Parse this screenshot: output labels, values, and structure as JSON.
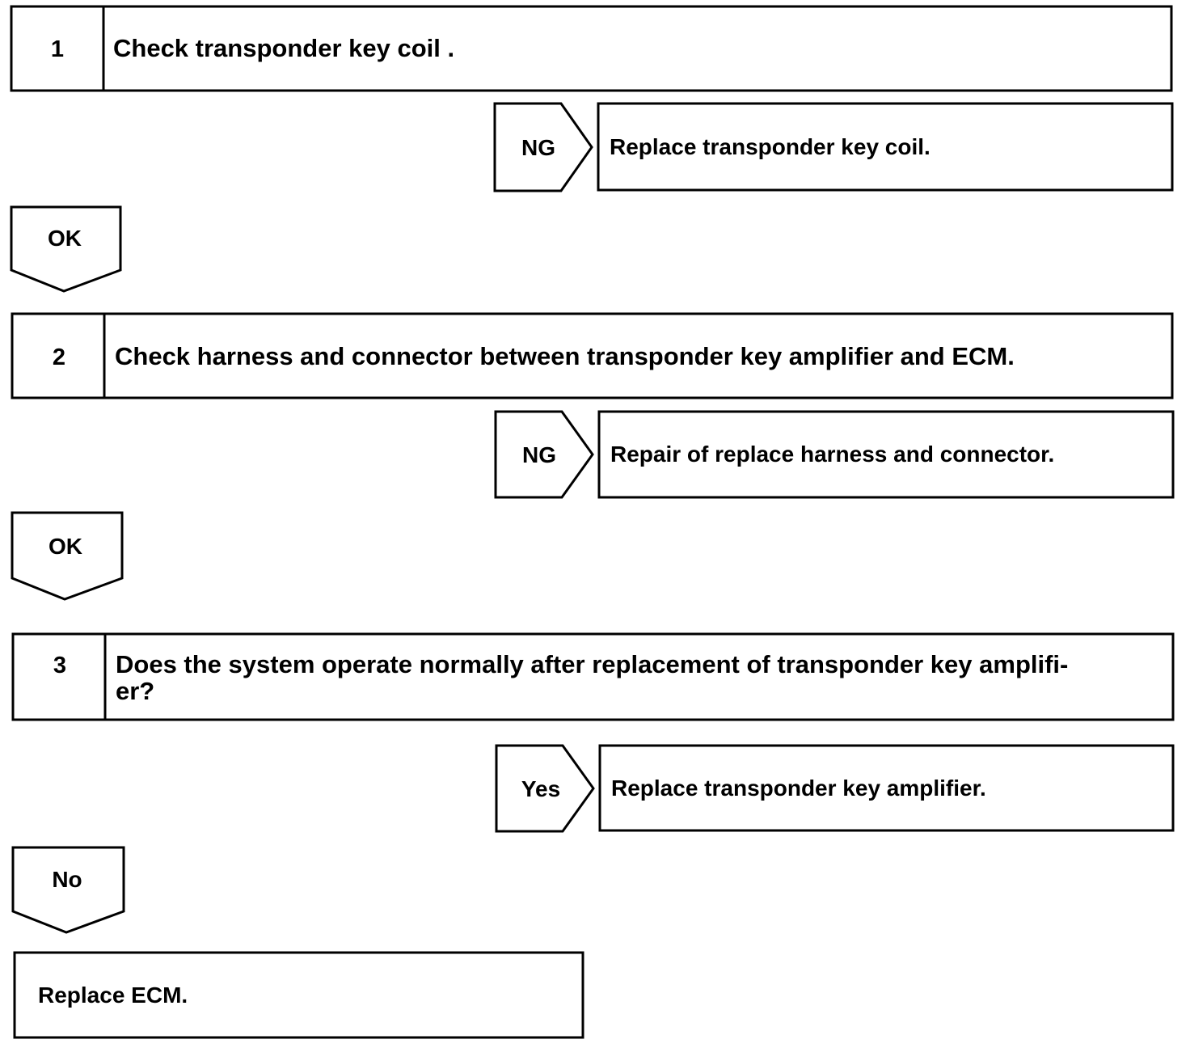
{
  "steps": [
    {
      "number": "1",
      "text_lines": [
        "Check transponder key coil ."
      ],
      "ng_label": "NG",
      "ng_action": "Replace transponder key coil.",
      "ok_label": "OK"
    },
    {
      "number": "2",
      "text_lines": [
        "Check harness and connector between transponder key amplifier and ECM."
      ],
      "ng_label": "NG",
      "ng_action": "Repair of replace harness and connector.",
      "ok_label": "OK"
    },
    {
      "number": "3",
      "text_lines": [
        "Does the system operate normally after replacement of transponder key amplifi-",
        "er?"
      ],
      "ng_label": "Yes",
      "ng_action": "Replace transponder key amplifier.",
      "ok_label": "No"
    }
  ],
  "final_action": "Replace ECM."
}
